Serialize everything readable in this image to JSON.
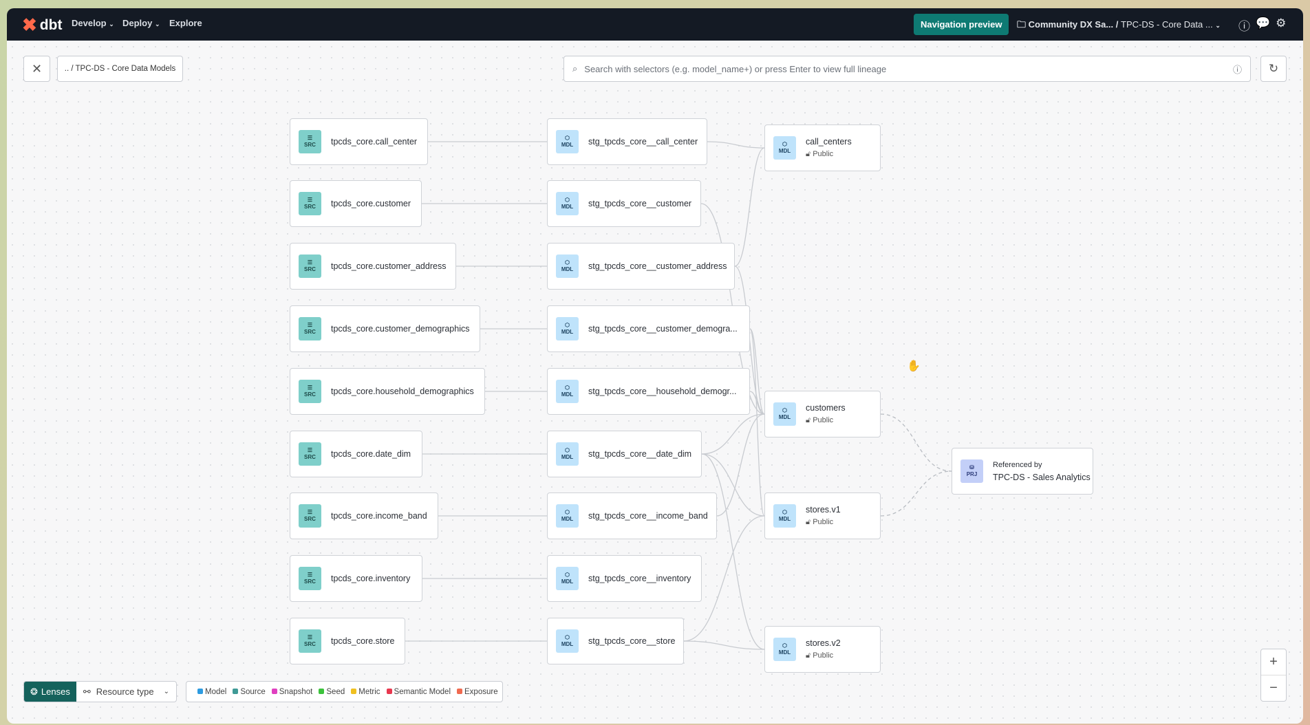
{
  "nav": {
    "logo": "dbt",
    "items": [
      "Develop",
      "Deploy",
      "Explore"
    ],
    "preview_button": "Navigation preview",
    "account": "Community DX Sa...",
    "project": "TPC-DS - Core Data ...",
    "separator": "/"
  },
  "toolbar": {
    "breadcrumb": ".. / TPC-DS - Core Data Models",
    "search_placeholder": "Search with selectors (e.g. model_name+) or press Enter to view full lineage"
  },
  "sources": [
    "tpcds_core.call_center",
    "tpcds_core.customer",
    "tpcds_core.customer_address",
    "tpcds_core.customer_demographics",
    "tpcds_core.household_demographics",
    "tpcds_core.date_dim",
    "tpcds_core.income_band",
    "tpcds_core.inventory",
    "tpcds_core.store"
  ],
  "staging": [
    "stg_tpcds_core__call_center",
    "stg_tpcds_core__customer",
    "stg_tpcds_core__customer_address",
    "stg_tpcds_core__customer_demogra...",
    "stg_tpcds_core__household_demogr...",
    "stg_tpcds_core__date_dim",
    "stg_tpcds_core__income_band",
    "stg_tpcds_core__inventory",
    "stg_tpcds_core__store"
  ],
  "models": [
    {
      "name": "call_centers",
      "access": "Public"
    },
    {
      "name": "customers",
      "access": "Public"
    },
    {
      "name": "stores.v1",
      "access": "Public"
    },
    {
      "name": "stores.v2",
      "access": "Public"
    }
  ],
  "badges": {
    "source": "SRC",
    "model": "MDL",
    "project": "PRJ"
  },
  "project_ref": {
    "label": "Referenced by",
    "name": "TPC-DS - Sales Analytics"
  },
  "edges_stg_to_model": [
    [
      0,
      0
    ],
    [
      1,
      1
    ],
    [
      2,
      1
    ],
    [
      3,
      1
    ],
    [
      4,
      1
    ],
    [
      5,
      1
    ],
    [
      6,
      1
    ],
    [
      5,
      2
    ],
    [
      8,
      2
    ],
    [
      5,
      3
    ],
    [
      8,
      3
    ],
    [
      2,
      0
    ],
    [
      3,
      2
    ]
  ],
  "edges_model_to_project": [
    1,
    2
  ],
  "lenses": {
    "label": "Lenses",
    "resource_type": "Resource type"
  },
  "legend": [
    {
      "label": "Model",
      "color": "#2d9be0"
    },
    {
      "label": "Source",
      "color": "#3f9a96"
    },
    {
      "label": "Snapshot",
      "color": "#e040c0"
    },
    {
      "label": "Seed",
      "color": "#3cc23c"
    },
    {
      "label": "Metric",
      "color": "#f0c020"
    },
    {
      "label": "Semantic Model",
      "color": "#e8384f"
    },
    {
      "label": "Exposure",
      "color": "#f06a50"
    }
  ],
  "zoom": {
    "in": "+",
    "out": "−"
  }
}
